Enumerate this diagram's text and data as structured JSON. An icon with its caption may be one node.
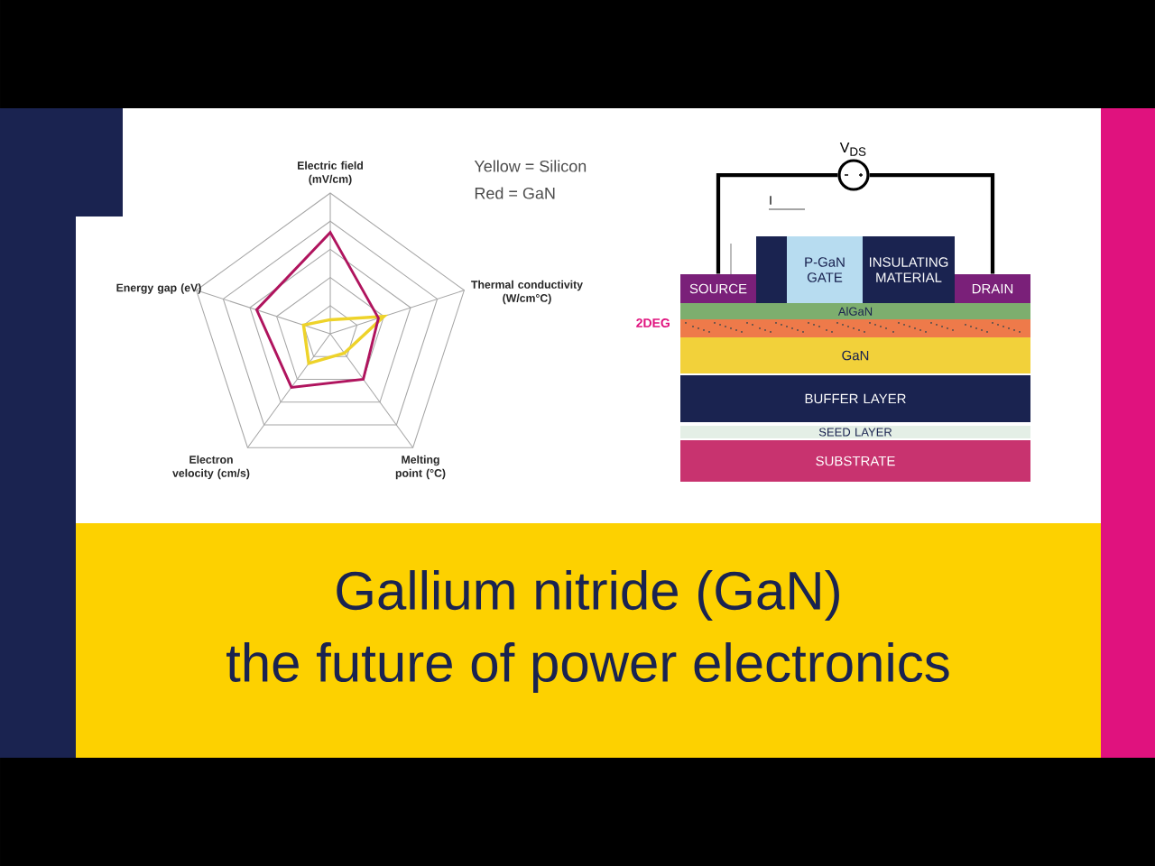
{
  "diagram": {
    "title": "Gallium nitride (GaN)",
    "caption": "the future of power electronics",
    "nodes": [
      {
        "text": [
          "V$_{DS}$"
        ]
      },
      {
        "text": [
          "SOURCE"
        ]
      },
      {
        "text": [],
        "shape": "box"
      },
      {
        "text": [
          "P-GaN GATE"
        ]
      },
      {
        "text": [
          "INSULATING MATERIAL"
        ]
      },
      {
        "text": [
          "DRAIN"
        ]
      },
      {
        "text": [
          "AlGaN"
        ]
      },
      {
        "text": [],
        "shape": "bar",
        "beside": [
          "2DEG"
        ]
      },
      {
        "text": [
          "GaN"
        ]
      },
      {
        "text": [
          "BUFFER LAYER"
        ]
      },
      {
        "text": [
          "SEED LAYER"
        ]
      },
      {
        "text": [
          "SUBSTRATE"
        ]
      }
    ],
    "edges": [
      {
        "from": 1,
        "to": 0,
        "arrow": "none"
      },
      {
        "from": 0,
        "to": 5,
        "arrow": "none"
      }
    ],
    "labels": [
      "Electric field (mV/cm)",
      "Yellow = Silicon",
      "Red = GaN",
      "Energy gap (eV)",
      "Thermal conductivity (W/cm°C)",
      "Electron velocity (cm/s)",
      "Melting point (°C)",
      "I"
    ]
  }
}
